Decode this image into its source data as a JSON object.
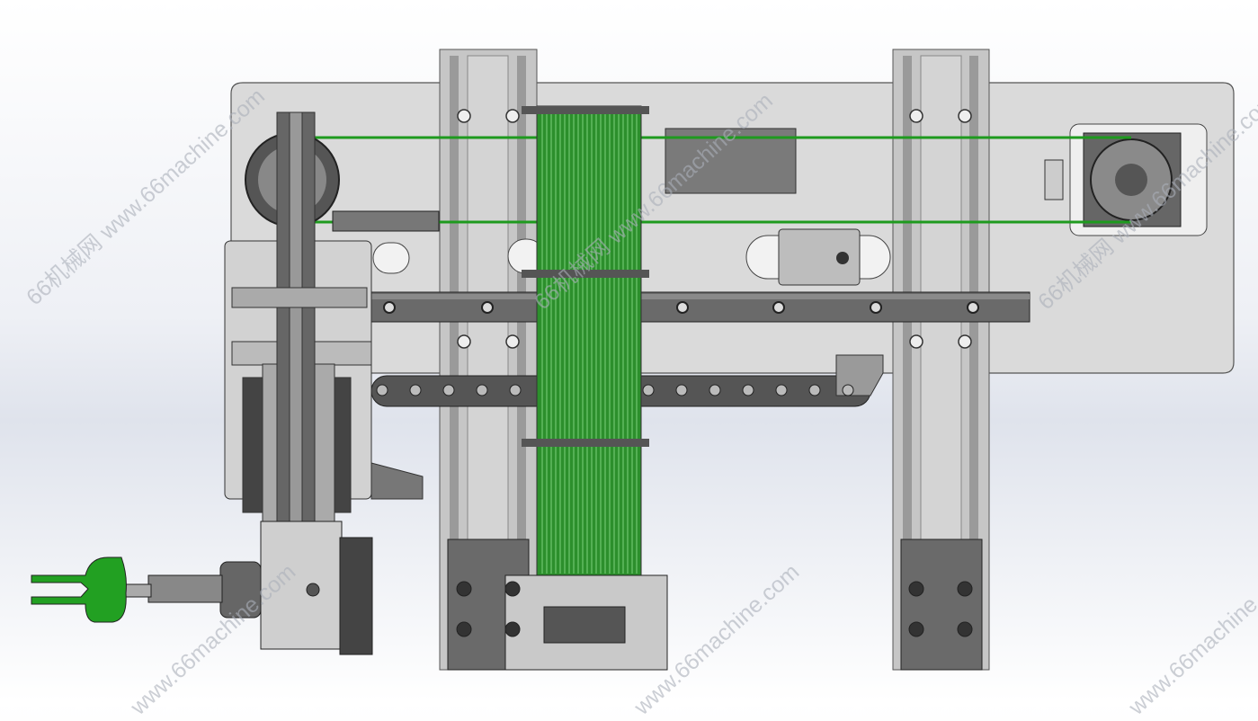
{
  "scene": {
    "title": "Gantry belt-drive pick-and-place assembly (CAD render)",
    "colors": {
      "plate": "#d9d9d9",
      "rail": "#c4c4c4",
      "dark": "#5a5a5a",
      "green": "#22a022",
      "belt": "#1e9a1e"
    }
  },
  "watermark": {
    "text": "66机械网 www.66machine.com",
    "short": "www.66machine.com"
  }
}
